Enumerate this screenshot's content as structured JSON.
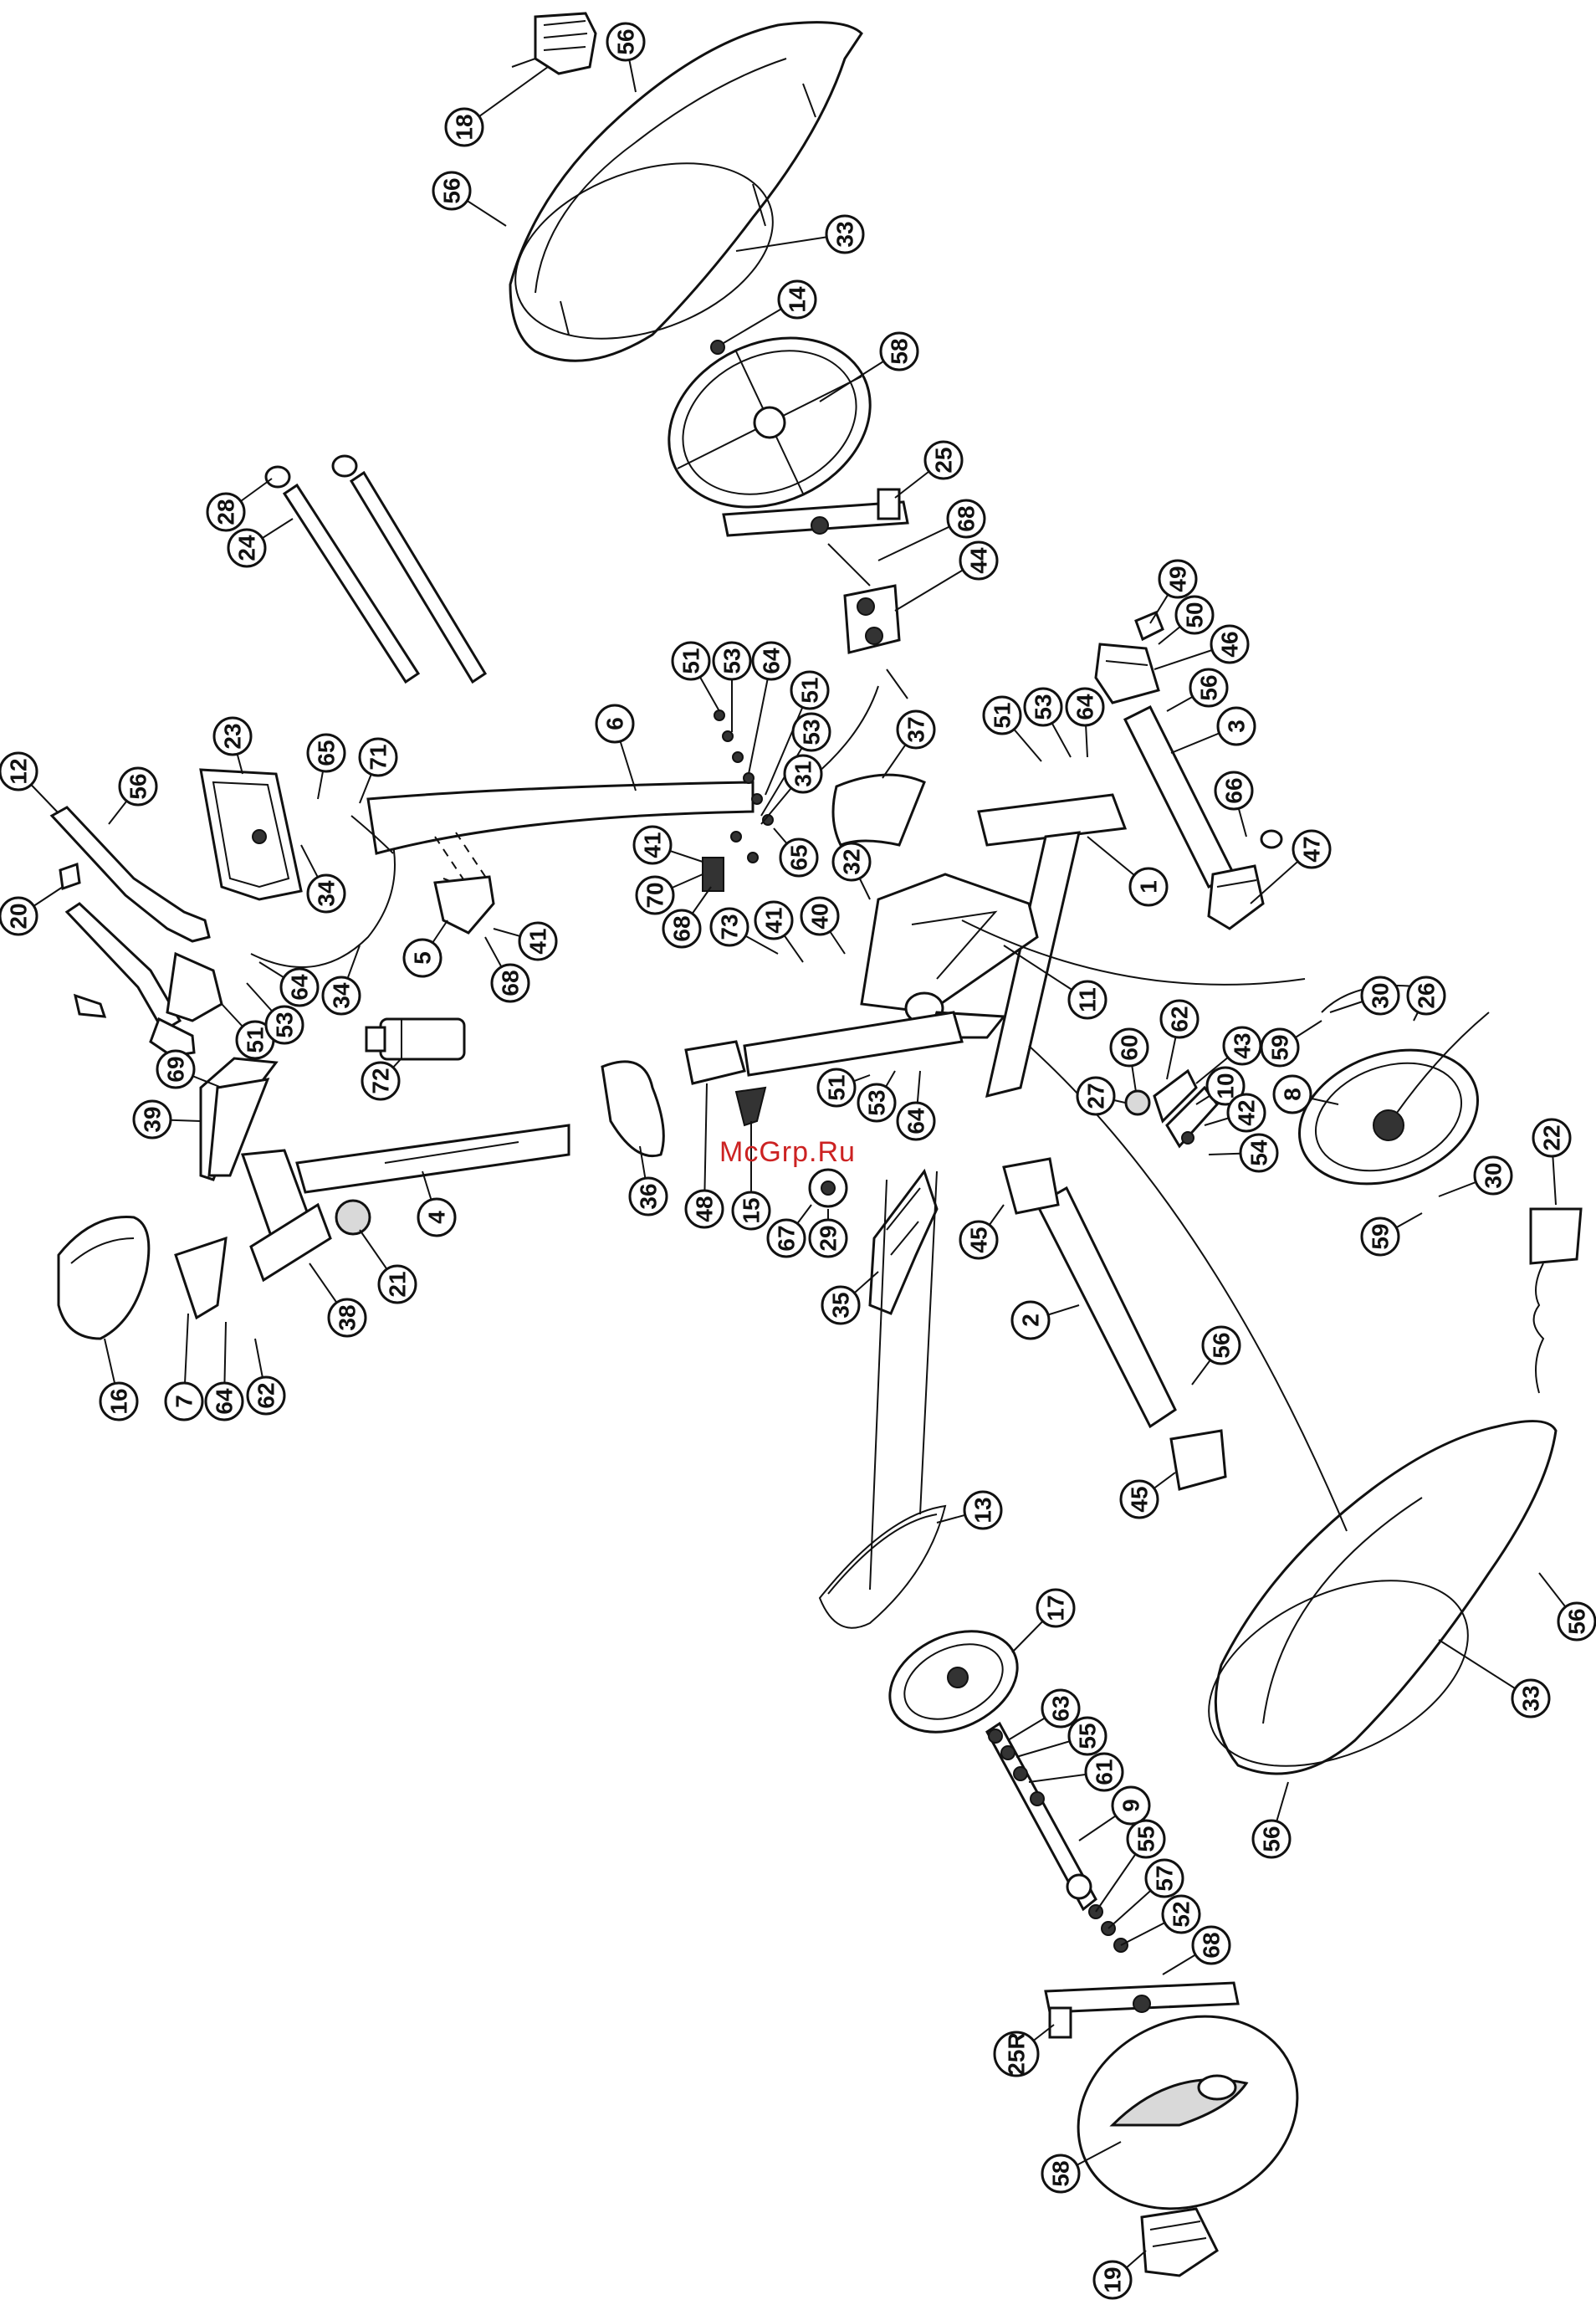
{
  "watermark": "McGrp.Ru",
  "colors": {
    "line": "#111111",
    "paper": "#ffffff",
    "watermark": "#cc2222"
  },
  "callouts": [
    {
      "id": "c18",
      "label": "18"
    },
    {
      "id": "c56a",
      "label": "56"
    },
    {
      "id": "c56b",
      "label": "56"
    },
    {
      "id": "c33a",
      "label": "33"
    },
    {
      "id": "c14",
      "label": "14"
    },
    {
      "id": "c58a",
      "label": "58"
    },
    {
      "id": "c25",
      "label": "25"
    },
    {
      "id": "c68a",
      "label": "68"
    },
    {
      "id": "c44",
      "label": "44"
    },
    {
      "id": "c28",
      "label": "28"
    },
    {
      "id": "c24",
      "label": "24"
    },
    {
      "id": "c51a",
      "label": "51"
    },
    {
      "id": "c53a",
      "label": "53"
    },
    {
      "id": "c64a",
      "label": "64"
    },
    {
      "id": "c51b",
      "label": "51"
    },
    {
      "id": "c53b",
      "label": "53"
    },
    {
      "id": "c31",
      "label": "31"
    },
    {
      "id": "c6",
      "label": "6"
    },
    {
      "id": "c37",
      "label": "37"
    },
    {
      "id": "c51c",
      "label": "51"
    },
    {
      "id": "c53c",
      "label": "53"
    },
    {
      "id": "c64b",
      "label": "64"
    },
    {
      "id": "c49",
      "label": "49"
    },
    {
      "id": "c50",
      "label": "50"
    },
    {
      "id": "c46",
      "label": "46"
    },
    {
      "id": "c56c",
      "label": "56"
    },
    {
      "id": "c3",
      "label": "3"
    },
    {
      "id": "c66",
      "label": "66"
    },
    {
      "id": "c47",
      "label": "47"
    },
    {
      "id": "c12",
      "label": "12"
    },
    {
      "id": "c56d",
      "label": "56"
    },
    {
      "id": "c23",
      "label": "23"
    },
    {
      "id": "c65a",
      "label": "65"
    },
    {
      "id": "c71",
      "label": "71"
    },
    {
      "id": "c20",
      "label": "20"
    },
    {
      "id": "c34a",
      "label": "34"
    },
    {
      "id": "c34b",
      "label": "34"
    },
    {
      "id": "c5",
      "label": "5"
    },
    {
      "id": "c68b",
      "label": "68"
    },
    {
      "id": "c41a",
      "label": "41"
    },
    {
      "id": "c41b",
      "label": "41"
    },
    {
      "id": "c70",
      "label": "70"
    },
    {
      "id": "c68c",
      "label": "68"
    },
    {
      "id": "c65b",
      "label": "65"
    },
    {
      "id": "c32",
      "label": "32"
    },
    {
      "id": "c73",
      "label": "73"
    },
    {
      "id": "c41c",
      "label": "41"
    },
    {
      "id": "c40",
      "label": "40"
    },
    {
      "id": "c1",
      "label": "1"
    },
    {
      "id": "c11",
      "label": "11"
    },
    {
      "id": "c51d",
      "label": "51"
    },
    {
      "id": "c53d",
      "label": "53"
    },
    {
      "id": "c64c",
      "label": "64"
    },
    {
      "id": "c72",
      "label": "72"
    },
    {
      "id": "c69",
      "label": "69"
    },
    {
      "id": "c39",
      "label": "39"
    },
    {
      "id": "c4",
      "label": "4"
    },
    {
      "id": "c36",
      "label": "36"
    },
    {
      "id": "c48",
      "label": "48"
    },
    {
      "id": "c15",
      "label": "15"
    },
    {
      "id": "c51e",
      "label": "51"
    },
    {
      "id": "c53e",
      "label": "53"
    },
    {
      "id": "c64d",
      "label": "64"
    },
    {
      "id": "c60",
      "label": "60"
    },
    {
      "id": "c62a",
      "label": "62"
    },
    {
      "id": "c43",
      "label": "43"
    },
    {
      "id": "c27",
      "label": "27"
    },
    {
      "id": "c10",
      "label": "10"
    },
    {
      "id": "c42",
      "label": "42"
    },
    {
      "id": "c54",
      "label": "54"
    },
    {
      "id": "c30a",
      "label": "30"
    },
    {
      "id": "c26",
      "label": "26"
    },
    {
      "id": "c59a",
      "label": "59"
    },
    {
      "id": "c8",
      "label": "8"
    },
    {
      "id": "c30b",
      "label": "30"
    },
    {
      "id": "c59b",
      "label": "59"
    },
    {
      "id": "c22",
      "label": "22"
    },
    {
      "id": "c16",
      "label": "16"
    },
    {
      "id": "c7",
      "label": "7"
    },
    {
      "id": "c64e",
      "label": "64"
    },
    {
      "id": "c62b",
      "label": "62"
    },
    {
      "id": "c21",
      "label": "21"
    },
    {
      "id": "c38",
      "label": "38"
    },
    {
      "id": "c67",
      "label": "67"
    },
    {
      "id": "c29",
      "label": "29"
    },
    {
      "id": "c35",
      "label": "35"
    },
    {
      "id": "c45a",
      "label": "45"
    },
    {
      "id": "c2",
      "label": "2"
    },
    {
      "id": "c56e",
      "label": "56"
    },
    {
      "id": "c45b",
      "label": "45"
    },
    {
      "id": "c13",
      "label": "13"
    },
    {
      "id": "c17",
      "label": "17"
    },
    {
      "id": "c63",
      "label": "63"
    },
    {
      "id": "c55a",
      "label": "55"
    },
    {
      "id": "c61",
      "label": "61"
    },
    {
      "id": "c9",
      "label": "9"
    },
    {
      "id": "c55b",
      "label": "55"
    },
    {
      "id": "c57",
      "label": "57"
    },
    {
      "id": "c52",
      "label": "52"
    },
    {
      "id": "c68d",
      "label": "68"
    },
    {
      "id": "c33b",
      "label": "33"
    },
    {
      "id": "c56f",
      "label": "56"
    },
    {
      "id": "c56g",
      "label": "56"
    },
    {
      "id": "c25R",
      "label": "25R"
    },
    {
      "id": "c58b",
      "label": "58"
    },
    {
      "id": "c19",
      "label": "19"
    }
  ]
}
